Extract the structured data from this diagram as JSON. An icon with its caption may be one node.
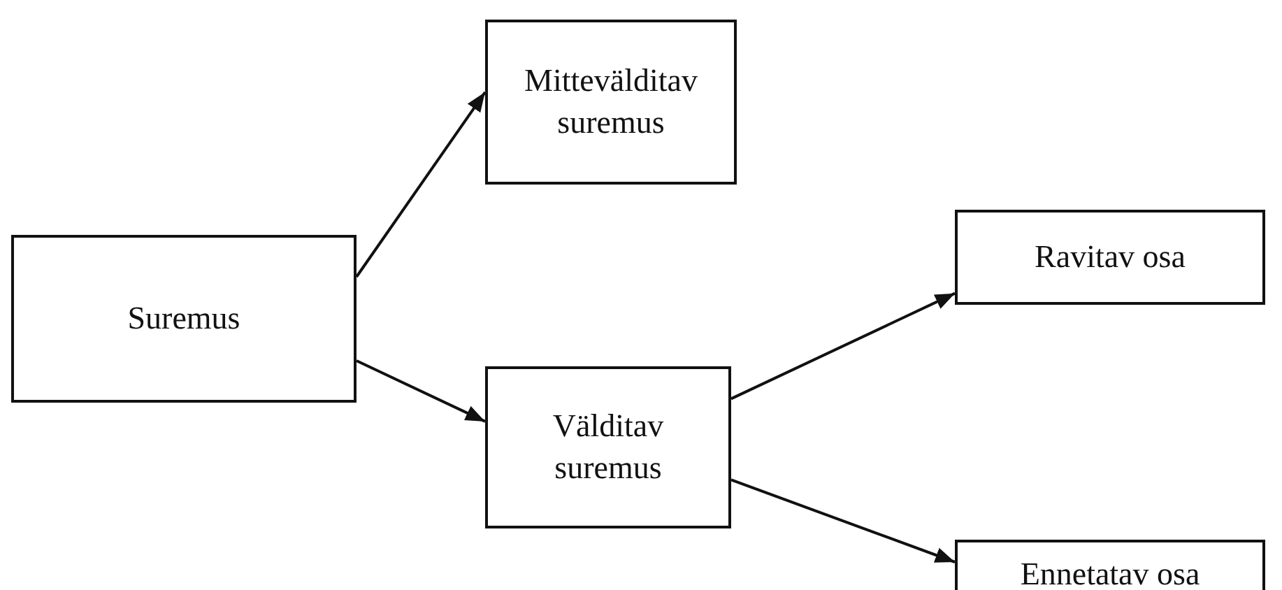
{
  "diagram": {
    "nodes": [
      {
        "text": [
          "Suremus"
        ]
      },
      {
        "text": [
          "Mittevälditav suremus"
        ]
      },
      {
        "text": [
          "Välditav suremus"
        ]
      },
      {
        "text": [
          "Ravitav osa"
        ]
      },
      {
        "text": [
          "Ennetatav osa"
        ]
      }
    ],
    "edges": [
      {
        "from": 0,
        "to": 1,
        "arrow": "to"
      },
      {
        "from": 0,
        "to": 2,
        "arrow": "to"
      },
      {
        "from": 2,
        "to": 3,
        "arrow": "to"
      },
      {
        "from": 2,
        "to": 4,
        "arrow": "to"
      }
    ]
  }
}
